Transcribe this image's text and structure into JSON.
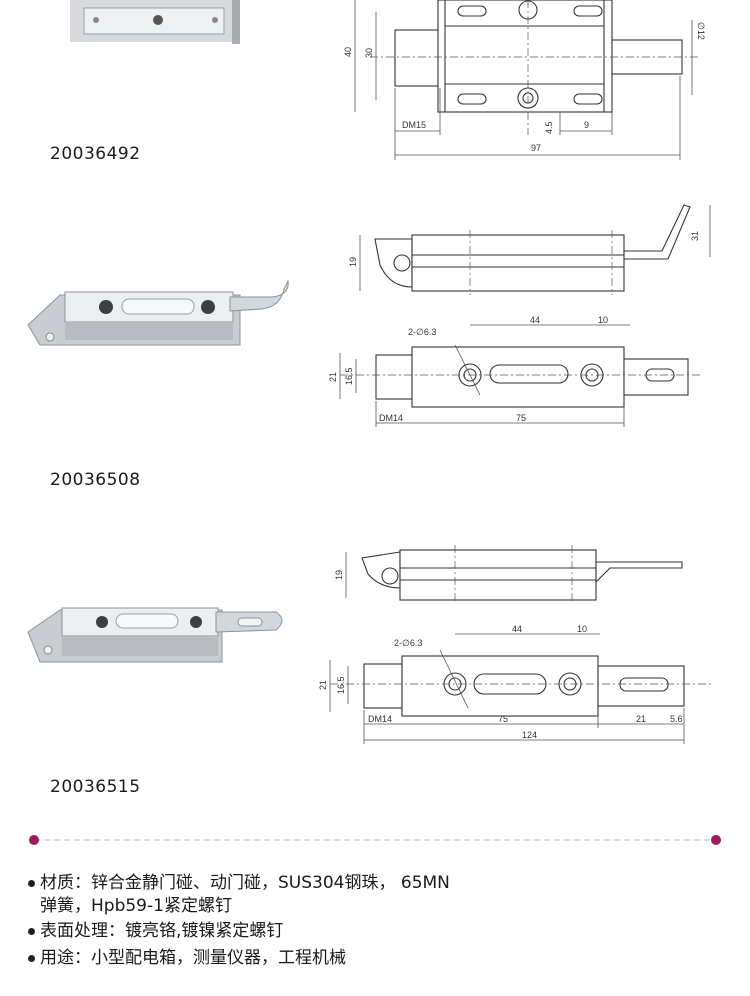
{
  "products": [
    {
      "code": "20036492",
      "dims": {
        "d40": "40",
        "d30": "30",
        "d12": "∅12",
        "dm": "DM15",
        "d45": "4.5",
        "d9": "9",
        "d97": "97"
      }
    },
    {
      "code": "20036508",
      "dims": {
        "d19": "19",
        "d31": "31",
        "hole": "2-∅6.3",
        "d44": "44",
        "d10": "10",
        "d21": "21",
        "d165": "16.5",
        "dm": "DM14",
        "d75": "75"
      }
    },
    {
      "code": "20036515",
      "dims": {
        "d19": "19",
        "hole": "2-∅6.3",
        "d44": "44",
        "d10": "10",
        "d21": "21",
        "d165": "16.5",
        "dm": "DM14",
        "d75": "75",
        "d21b": "21",
        "d56": "5.6",
        "d124": "124"
      }
    }
  ],
  "specs": {
    "material_line1": "材质：锌合金静门碰、动门碰，SUS304钢珠， 65MN",
    "material_line2": "弹簧，Hpb59-1紧定螺钉",
    "surface": "表面处理：镀亮铬,镀镍紧定螺钉",
    "usage": "用途：小型配电箱，测量仪器，工程机械"
  },
  "colors": {
    "accent": "#9b1b5e",
    "divider": "#b9b9b9"
  }
}
